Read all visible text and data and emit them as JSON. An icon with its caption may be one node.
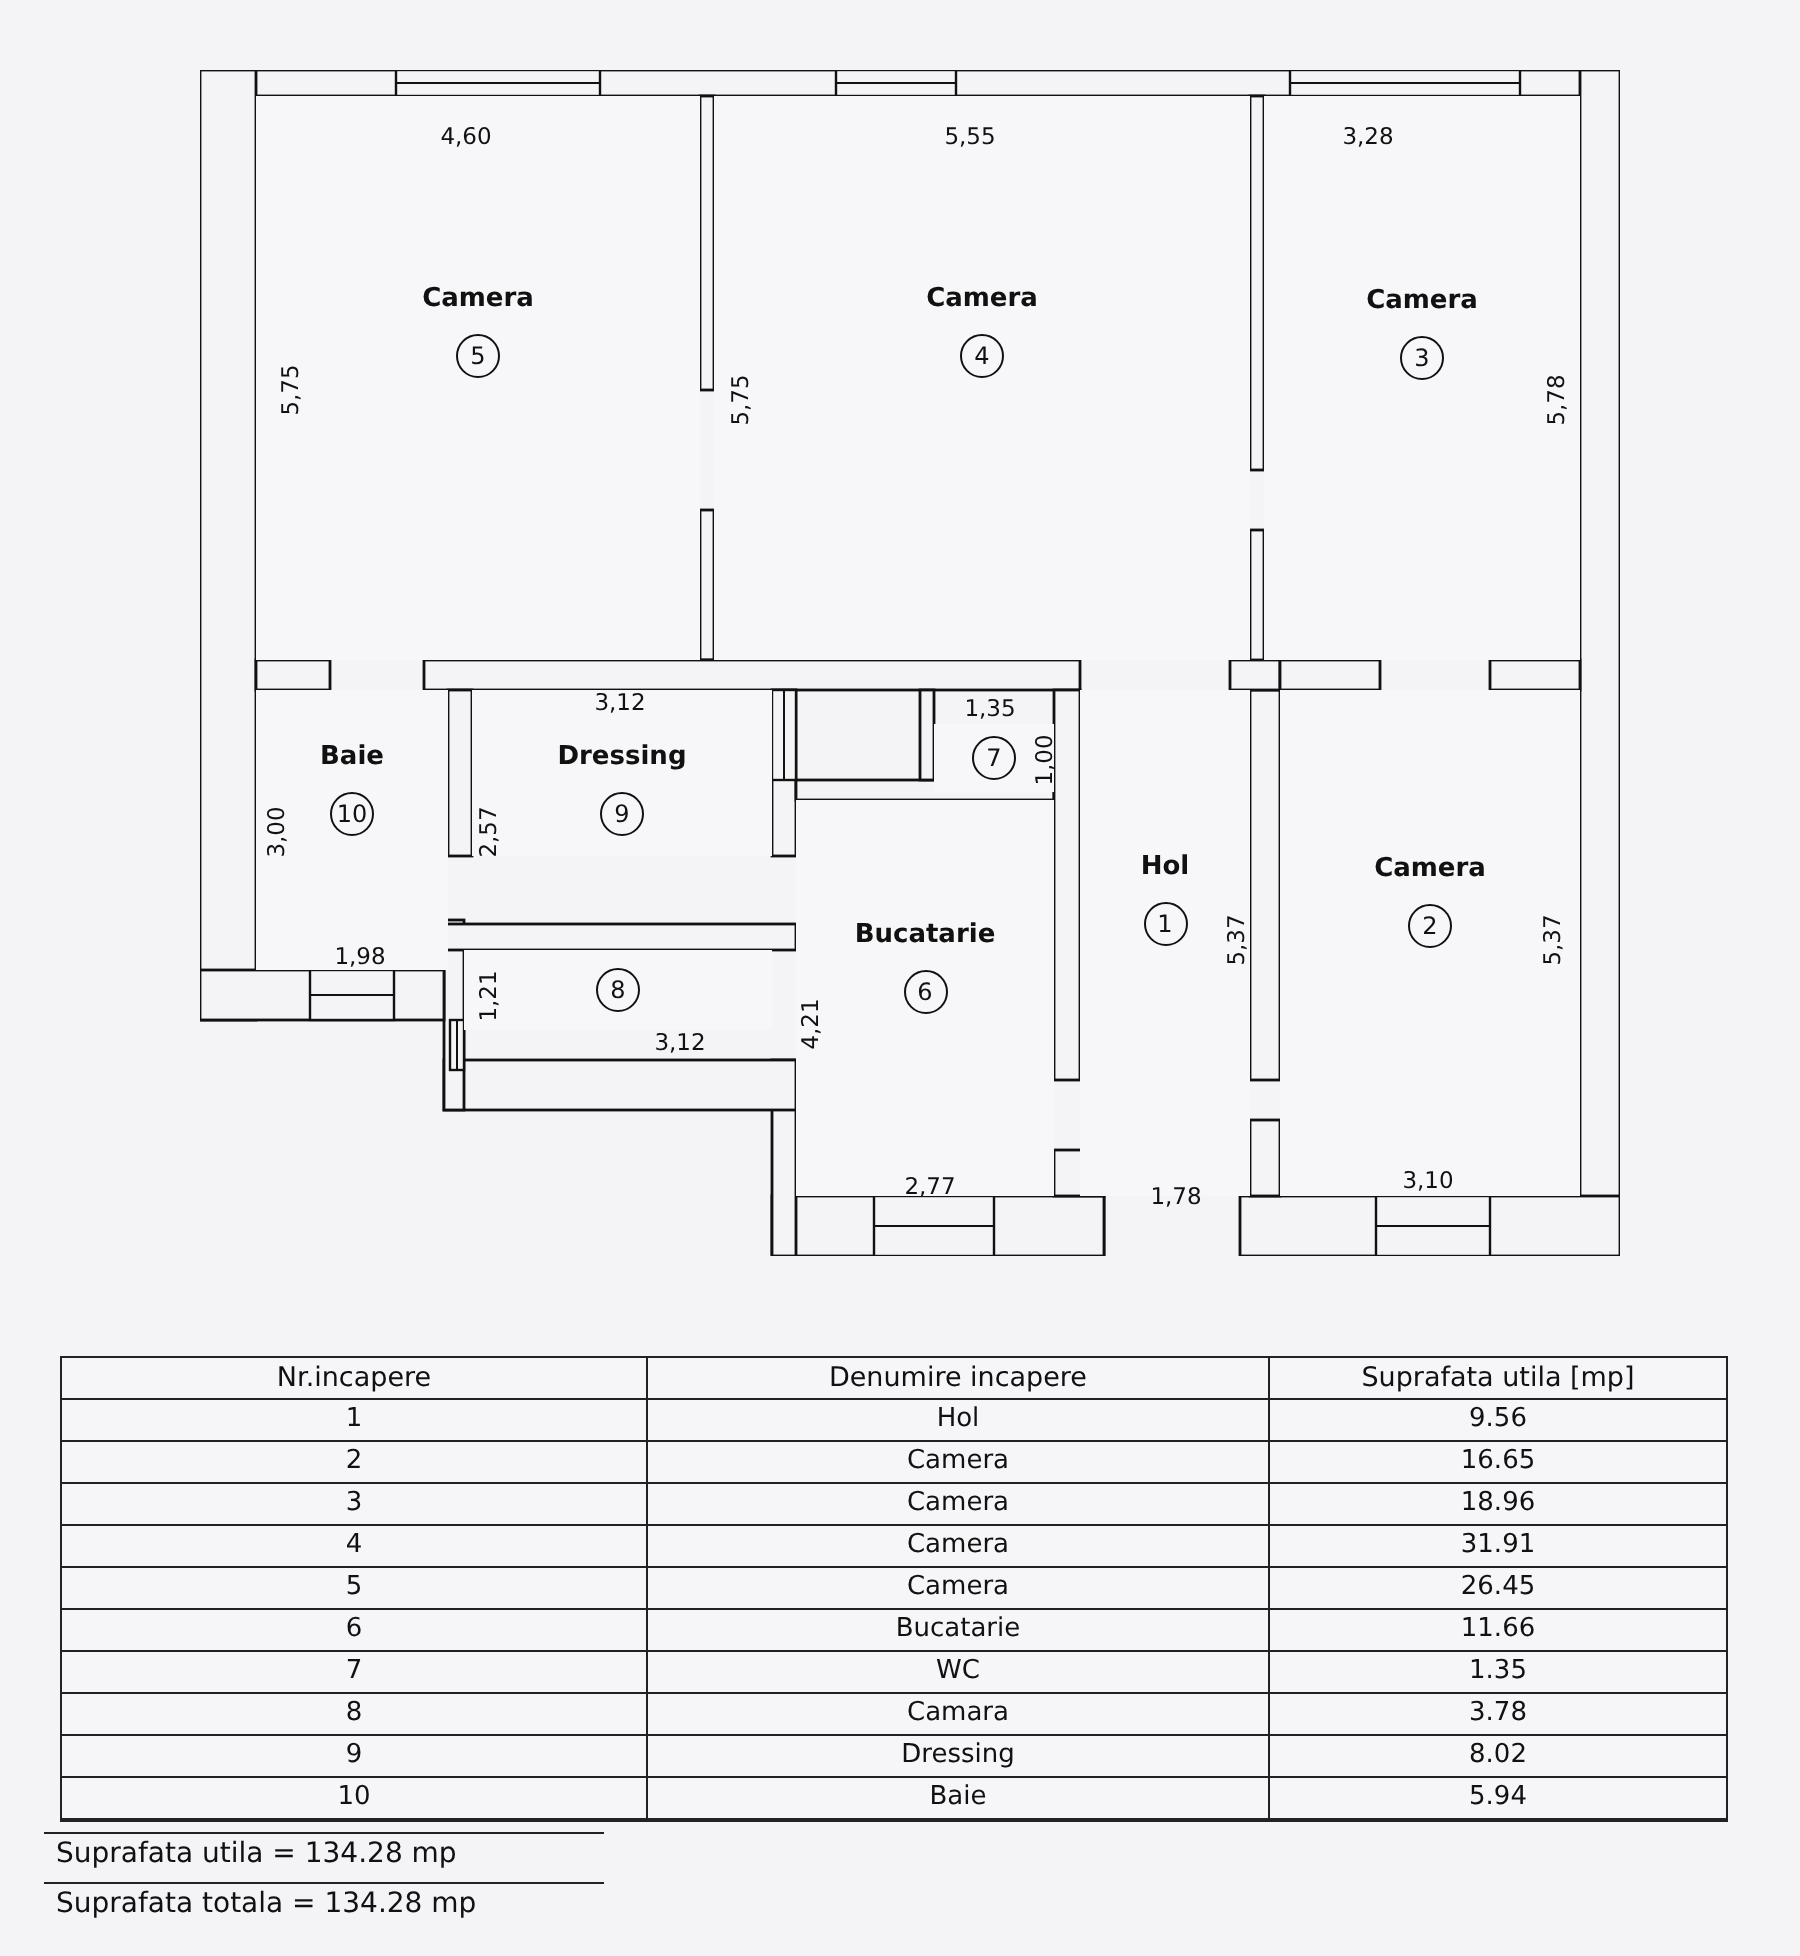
{
  "diagram": {
    "nodes": [
      {
        "text": [
          "Camera",
          "5"
        ]
      },
      {
        "text": [
          "Camera",
          "4"
        ]
      },
      {
        "text": [
          "Camera",
          "3"
        ]
      },
      {
        "text": [
          "Baie",
          "10"
        ]
      },
      {
        "text": [
          "Dressing",
          "9"
        ]
      },
      {
        "text": [
          "7"
        ]
      },
      {
        "text": [
          "8"
        ]
      },
      {
        "text": [
          "Bucatarie",
          "6"
        ]
      },
      {
        "text": [
          "Hol",
          "1"
        ]
      },
      {
        "text": [
          "Camera",
          "2"
        ]
      }
    ],
    "labels": [
      "4,60",
      "5,55",
      "3,28",
      "5,75",
      "5,75",
      "5,78",
      "3,12",
      "1,35",
      "1,00",
      "3,00",
      "2,57",
      "1,98",
      "1,21",
      "3,12",
      "4,21",
      "5,37",
      "5,37",
      "2,77",
      "1,78",
      "3,10",
      "Nr.incapere",
      "Denumire incapere",
      "Suprafata utila [mp]",
      "1",
      "Hol",
      "9.56",
      "2",
      "Camera",
      "16.65",
      "3",
      "Camera",
      "18.96",
      "4",
      "Camera",
      "31.91",
      "5",
      "Camera",
      "26.45",
      "6",
      "Bucatarie",
      "11.66",
      "7",
      "WC",
      "1.35",
      "8",
      "Camara",
      "3.78",
      "9",
      "Dressing",
      "8.02",
      "10",
      "Baie",
      "5.94",
      "Suprafata utila = 134.28 mp",
      "Suprafata totala = 134.28 mp"
    ]
  }
}
